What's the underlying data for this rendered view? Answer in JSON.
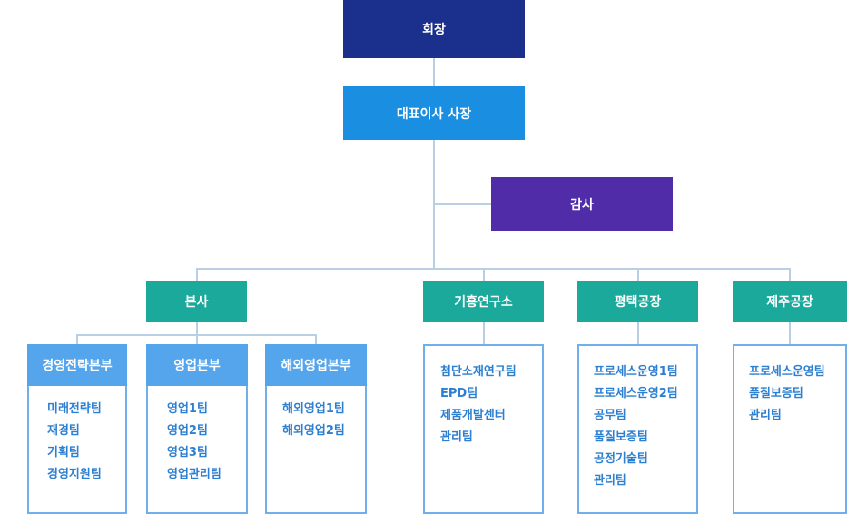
{
  "chairman": "회장",
  "ceo": "대표이사 사장",
  "audit": "감사",
  "divisions": [
    {
      "name": "본사"
    },
    {
      "name": "기흥연구소",
      "items": [
        "첨단소재연구팀",
        "EPD팀",
        "제품개발센터",
        "관리팀"
      ]
    },
    {
      "name": "평택공장",
      "items": [
        "프로세스운영1팀",
        "프로세스운영2팀",
        "공무팀",
        "품질보증팀",
        "공정기술팀",
        "관리팀"
      ]
    },
    {
      "name": "제주공장",
      "items": [
        "프로세스운영팀",
        "품질보증팀",
        "관리팀"
      ]
    }
  ],
  "hq_departments": [
    {
      "name": "경영전략본부",
      "items": [
        "미래전략팀",
        "재경팀",
        "기획팀",
        "경영지원팀"
      ]
    },
    {
      "name": "영업본부",
      "items": [
        "영업1팀",
        "영업2팀",
        "영업3팀",
        "영업관리팀"
      ]
    },
    {
      "name": "해외영업본부",
      "items": [
        "해외영업1팀",
        "해외영업2팀"
      ]
    }
  ],
  "colors": {
    "chairman": "#1b2f8c",
    "ceo": "#1a8ee0",
    "audit": "#512ca8",
    "division": "#1ba99c",
    "department": "#55a5ec",
    "item_text": "#2c7fd1",
    "connector": "#b9cfe3"
  }
}
